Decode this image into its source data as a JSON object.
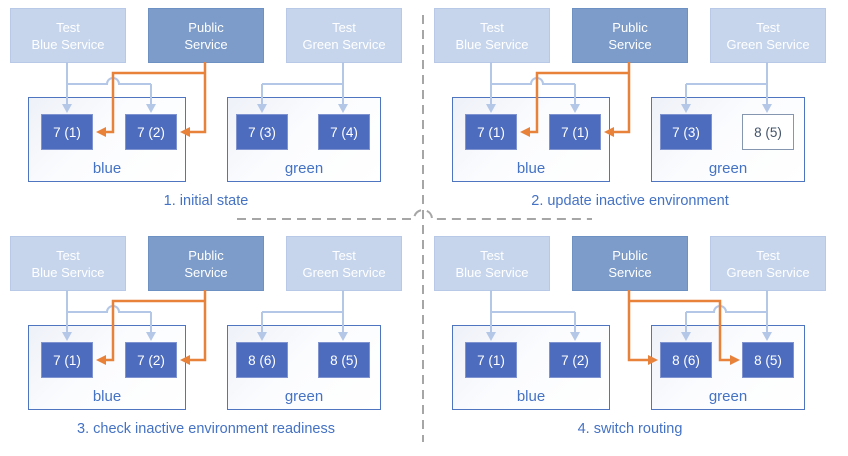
{
  "diagram": {
    "type": "blue-green-deployment-steps",
    "colors": {
      "test_service_fill": "#c6d5ec",
      "public_service_fill": "#7d9cc9",
      "pod_fill": "#4d6cbd",
      "pod_outlined_border": "#8496b0",
      "pod_outlined_text": "#44546a",
      "environment_border": "#4f74c0",
      "label_text": "#4472c4",
      "test_route_arrow": "#b4c7e7",
      "public_route_arrow": "#e8823b",
      "divider": "#a6a6a6"
    }
  },
  "panels": [
    {
      "caption": "1. initial state",
      "services": [
        {
          "line1": "Test",
          "line2": "Blue Service"
        },
        {
          "line1": "Public",
          "line2": "Service"
        },
        {
          "line1": "Test",
          "line2": "Green Service"
        }
      ],
      "environments": [
        {
          "label": "blue",
          "pods": [
            {
              "label": "7 (1)",
              "active": true
            },
            {
              "label": "7 (2)",
              "active": true
            }
          ]
        },
        {
          "label": "green",
          "pods": [
            {
              "label": "7 (3)",
              "active": true
            },
            {
              "label": "7 (4)",
              "active": true
            }
          ]
        }
      ],
      "public_routes_to": "blue"
    },
    {
      "caption": "2. update inactive environment",
      "services": [
        {
          "line1": "Test",
          "line2": "Blue Service"
        },
        {
          "line1": "Public",
          "line2": "Service"
        },
        {
          "line1": "Test",
          "line2": "Green Service"
        }
      ],
      "environments": [
        {
          "label": "blue",
          "pods": [
            {
              "label": "7 (1)",
              "active": true
            },
            {
              "label": "7 (1)",
              "active": true
            }
          ]
        },
        {
          "label": "green",
          "pods": [
            {
              "label": "7 (3)",
              "active": true
            },
            {
              "label": "8 (5)",
              "active": false
            }
          ]
        }
      ],
      "public_routes_to": "blue"
    },
    {
      "caption": "3. check inactive environment readiness",
      "services": [
        {
          "line1": "Test",
          "line2": "Blue Service"
        },
        {
          "line1": "Public",
          "line2": "Service"
        },
        {
          "line1": "Test",
          "line2": "Green Service"
        }
      ],
      "environments": [
        {
          "label": "blue",
          "pods": [
            {
              "label": "7 (1)",
              "active": true
            },
            {
              "label": "7 (2)",
              "active": true
            }
          ]
        },
        {
          "label": "green",
          "pods": [
            {
              "label": "8 (6)",
              "active": true
            },
            {
              "label": "8 (5)",
              "active": true
            }
          ]
        }
      ],
      "public_routes_to": "blue"
    },
    {
      "caption": "4. switch routing",
      "services": [
        {
          "line1": "Test",
          "line2": "Blue Service"
        },
        {
          "line1": "Public",
          "line2": "Service"
        },
        {
          "line1": "Test",
          "line2": "Green Service"
        }
      ],
      "environments": [
        {
          "label": "blue",
          "pods": [
            {
              "label": "7 (1)",
              "active": true
            },
            {
              "label": "7 (2)",
              "active": true
            }
          ]
        },
        {
          "label": "green",
          "pods": [
            {
              "label": "8 (6)",
              "active": true
            },
            {
              "label": "8 (5)",
              "active": true
            }
          ]
        }
      ],
      "public_routes_to": "green"
    }
  ]
}
